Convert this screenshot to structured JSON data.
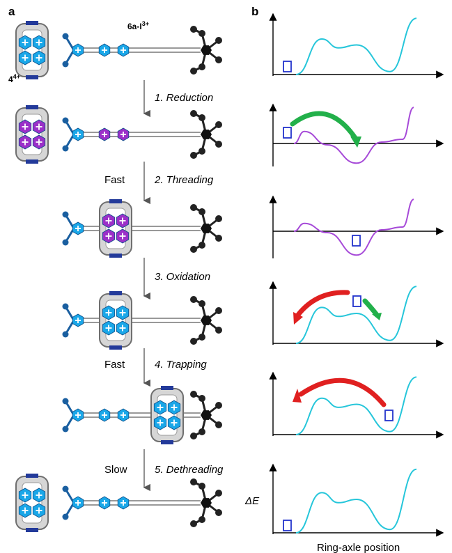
{
  "panels": {
    "a": "a",
    "b": "b"
  },
  "compound_labels": {
    "ring": "4",
    "ring_charge": "4+",
    "axle": "6a-I",
    "axle_charge": "3+"
  },
  "steps": [
    {
      "label": "1. Reduction",
      "side": ""
    },
    {
      "label": "2. Threading",
      "side": "Fast"
    },
    {
      "label": "3. Oxidation",
      "side": ""
    },
    {
      "label": "4. Trapping",
      "side": "Fast"
    },
    {
      "label": "5. Dethreading",
      "side": "Slow"
    }
  ],
  "axes": {
    "y_label": "ΔE",
    "x_label": "Ring-axle position"
  },
  "colors": {
    "blue_state": "#1aa7e8",
    "reduced_state": "#9b30c8",
    "curve_oxidized": "#26c6da",
    "curve_reduced": "#a64ad8",
    "arrow_red": "#e02020",
    "arrow_green": "#22b04a",
    "ring_marker": "#2233cc"
  },
  "icons": {
    "ring": "cyclobis-paraquat-ring-icon",
    "stopper": "trisphenyl-stopper-icon",
    "bipyridinium": "bipyridinium-unit-icon"
  }
}
